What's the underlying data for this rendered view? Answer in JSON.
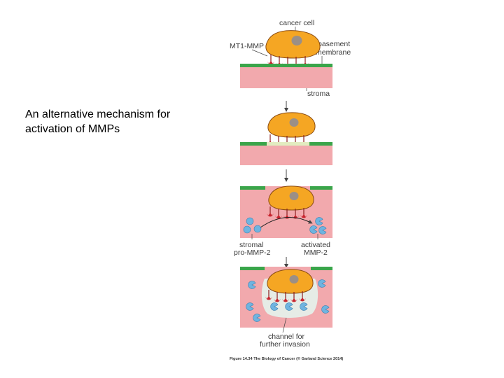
{
  "slide": {
    "title_line1": "An alternative mechanism for",
    "title_line2": "activation of MMPs"
  },
  "figure": {
    "labels": {
      "cancer_cell": "cancer cell",
      "mt1_mmp": "MT1-MMP",
      "basement_line1": "basement",
      "basement_line2": "membrane",
      "stroma": "stroma",
      "stromal_line1": "stromal",
      "stromal_line2": "pro-MMP-2",
      "activated_line1": "activated",
      "activated_line2": "MMP-2",
      "channel_line1": "channel for",
      "channel_line2": "further invasion"
    },
    "caption": "Figure 14.34 The Biology of Cancer (© Garland Science 2014)",
    "colors": {
      "cell": "#f5a623",
      "cell_outline": "#8a4b12",
      "nucleus": "#9b8f86",
      "membrane": "#3aa54a",
      "degraded_membrane": "#e2ecc0",
      "stroma": "#f2a9ad",
      "channel": "#e6ece6",
      "mt1_mmp": "#c8252f",
      "pro_mmp2": "#6fb4e0",
      "arrow": "#444444"
    }
  }
}
